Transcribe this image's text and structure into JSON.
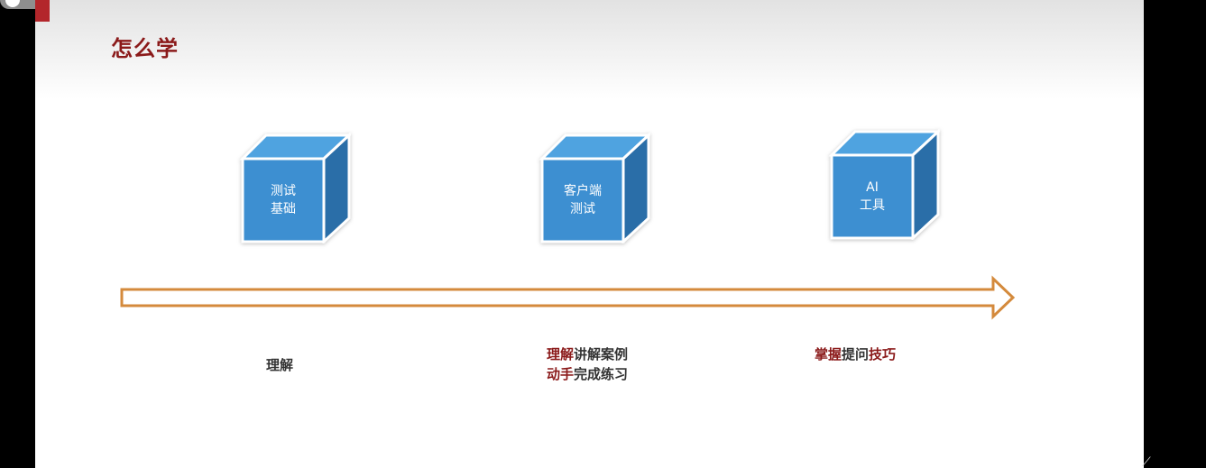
{
  "slide": {
    "title": "怎么学"
  },
  "cubes": [
    {
      "label": "测试\n基础"
    },
    {
      "label": "客户端\n测试"
    },
    {
      "label": "AI\n工具"
    }
  ],
  "captions": {
    "c1": {
      "line1_a": "理解"
    },
    "c2": {
      "line1_red": "理解",
      "line1_rest": "讲解案例",
      "line2_red": "动手",
      "line2_rest": "完成练习"
    },
    "c3": {
      "part1_red": "掌握",
      "part2": "提问",
      "part3_red": "技巧"
    }
  },
  "colors": {
    "title": "#8b1a1a",
    "cube_front": "#3d8fd1",
    "cube_top": "#4fa3e0",
    "cube_side": "#2a6ea8",
    "arrow_outline": "#d48a3c",
    "accent_red": "#8b1a1a"
  }
}
